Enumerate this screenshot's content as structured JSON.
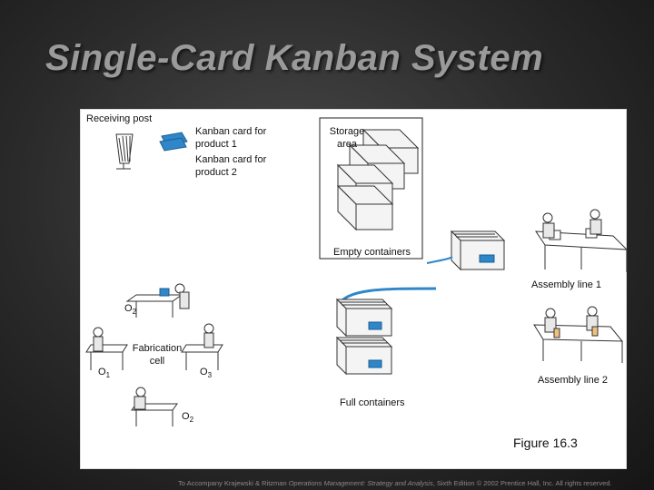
{
  "title": "Single-Card Kanban System",
  "labels": {
    "receiving_post": "Receiving post",
    "kanban_card_1": "Kanban card for\nproduct 1",
    "kanban_card_2": "Kanban card for\nproduct 2",
    "storage_area": "Storage\narea",
    "empty_containers": "Empty containers",
    "assembly_line_1": "Assembly line 1",
    "assembly_line_2": "Assembly line 2",
    "full_containers": "Full containers",
    "fabrication_cell": "Fabrication\ncell",
    "o2_top": "O",
    "o2_top_sub": "2",
    "o1": "O",
    "o1_sub": "1",
    "o3": "O",
    "o3_sub": "3",
    "o2_bottom": "O",
    "o2_bottom_sub": "2"
  },
  "figure_caption": "Figure 16.3",
  "footer": {
    "prefix": "To Accompany Krajewski & Ritzman ",
    "book": "Operations Management: Strategy and Analysis",
    "suffix": ", Sixth Edition © 2002 Prentice Hall, Inc. All rights reserved."
  },
  "colors": {
    "card_blue": "#2f86c8",
    "arrow_blue": "#2f86c8",
    "box_fill": "#f4f4f4",
    "box_stroke": "#333333",
    "title_color": "#9a9a9a"
  }
}
